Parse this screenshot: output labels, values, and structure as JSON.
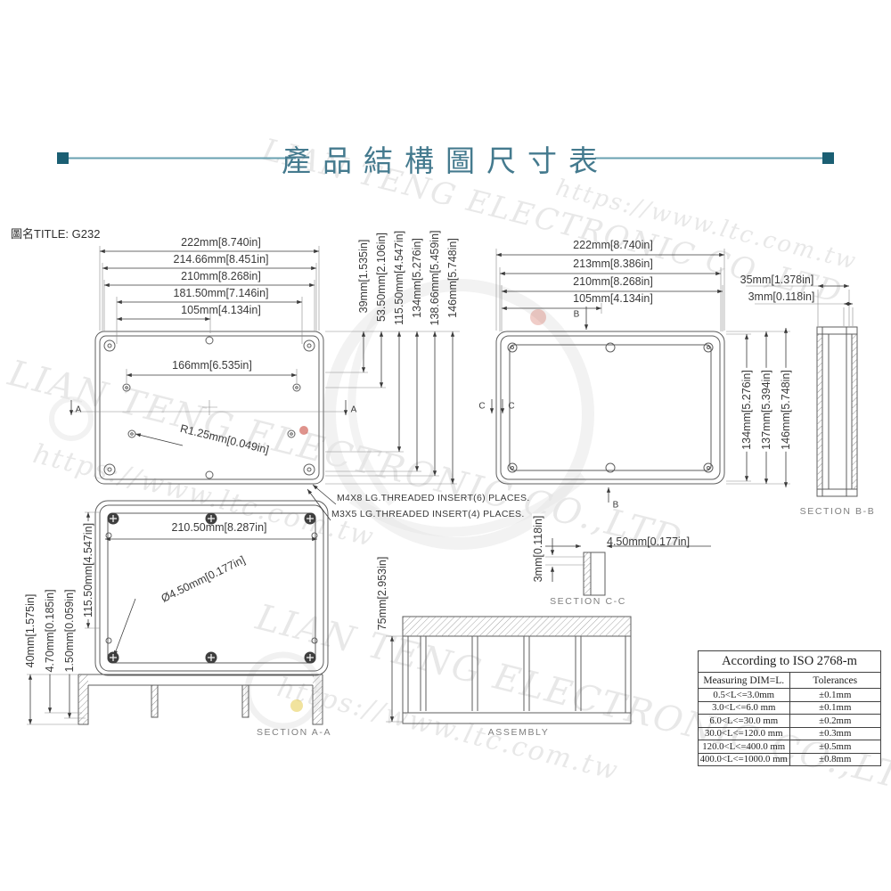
{
  "header": {
    "title": "產品結構圖尺寸表"
  },
  "doc": {
    "name_label": "圖名TITLE: G232"
  },
  "watermark": {
    "company": "LIAN TENG ELECTRONIC CO.,LTD",
    "url": "https://www.ltc.com.tw"
  },
  "views": {
    "bottom_outside": {
      "h_dims": [
        "222mm[8.740in]",
        "214.66mm[8.451in]",
        "210mm[8.268in]",
        "181.50mm[7.146in]",
        "105mm[4.134in]"
      ],
      "v_dims": [
        "39mm[1.535in]",
        "53.50mm[2.106in]",
        "115.50mm[4.547in]",
        "134mm[5.276in]",
        "138.66mm[5.459in]",
        "146mm[5.748in]"
      ],
      "inner_dim": "166mm[6.535in]",
      "radius_callout": "R1.25mm[0.049in]",
      "section_marker": "A",
      "notes": [
        "M4X8 LG.THREADED INSERT(6) PLACES.",
        "M3X5 LG.THREADED INSERT(4) PLACES."
      ]
    },
    "bottom_inside": {
      "h_dims": [
        "222mm[8.740in]",
        "213mm[8.386in]",
        "210mm[8.268in]",
        "105mm[4.134in]"
      ],
      "v_dims": [
        "134mm[5.276in]",
        "137mm[5.394in]",
        "146mm[5.748in]"
      ],
      "section_marker_b": "B",
      "section_marker_c": "C"
    },
    "side": {
      "width_dim": "35mm[1.378in]",
      "lip_dim": "3mm[0.118in]",
      "label": "SECTION B-B"
    },
    "top_cover": {
      "width_dim": "210.50mm[8.287in]",
      "height_dim": "115.50mm[4.547in]",
      "hole_callout": "Ø4.50mm[0.177in]",
      "left_dims": [
        "40mm[1.575in]",
        "4.70mm[0.185in]",
        "1.50mm[0.059in]"
      ]
    },
    "section_aa": {
      "label": "SECTION A-A"
    },
    "assembly": {
      "label": "ASSEMBLY",
      "height_dim": "75mm[2.953in]"
    },
    "section_cc": {
      "label": "SECTION C-C",
      "width_dim": "4.50mm[0.177in]",
      "thickness_dim": "3mm[0.118in]"
    }
  },
  "tolerance_table": {
    "title": "According to ISO 2768-m",
    "columns": [
      "Measuring  DIM=L.",
      "Tolerances"
    ],
    "rows": [
      [
        "0.5<L<=3.0mm",
        "±0.1mm"
      ],
      [
        "3.0<L<=6.0 mm",
        "±0.1mm"
      ],
      [
        "6.0<L<=30.0 mm",
        "±0.2mm"
      ],
      [
        "30.0<L<=120.0 mm",
        "±0.3mm"
      ],
      [
        "120.0<L<=400.0 mm",
        "±0.5mm"
      ],
      [
        "400.0<L<=1000.0 mm",
        "±0.8mm"
      ]
    ]
  }
}
